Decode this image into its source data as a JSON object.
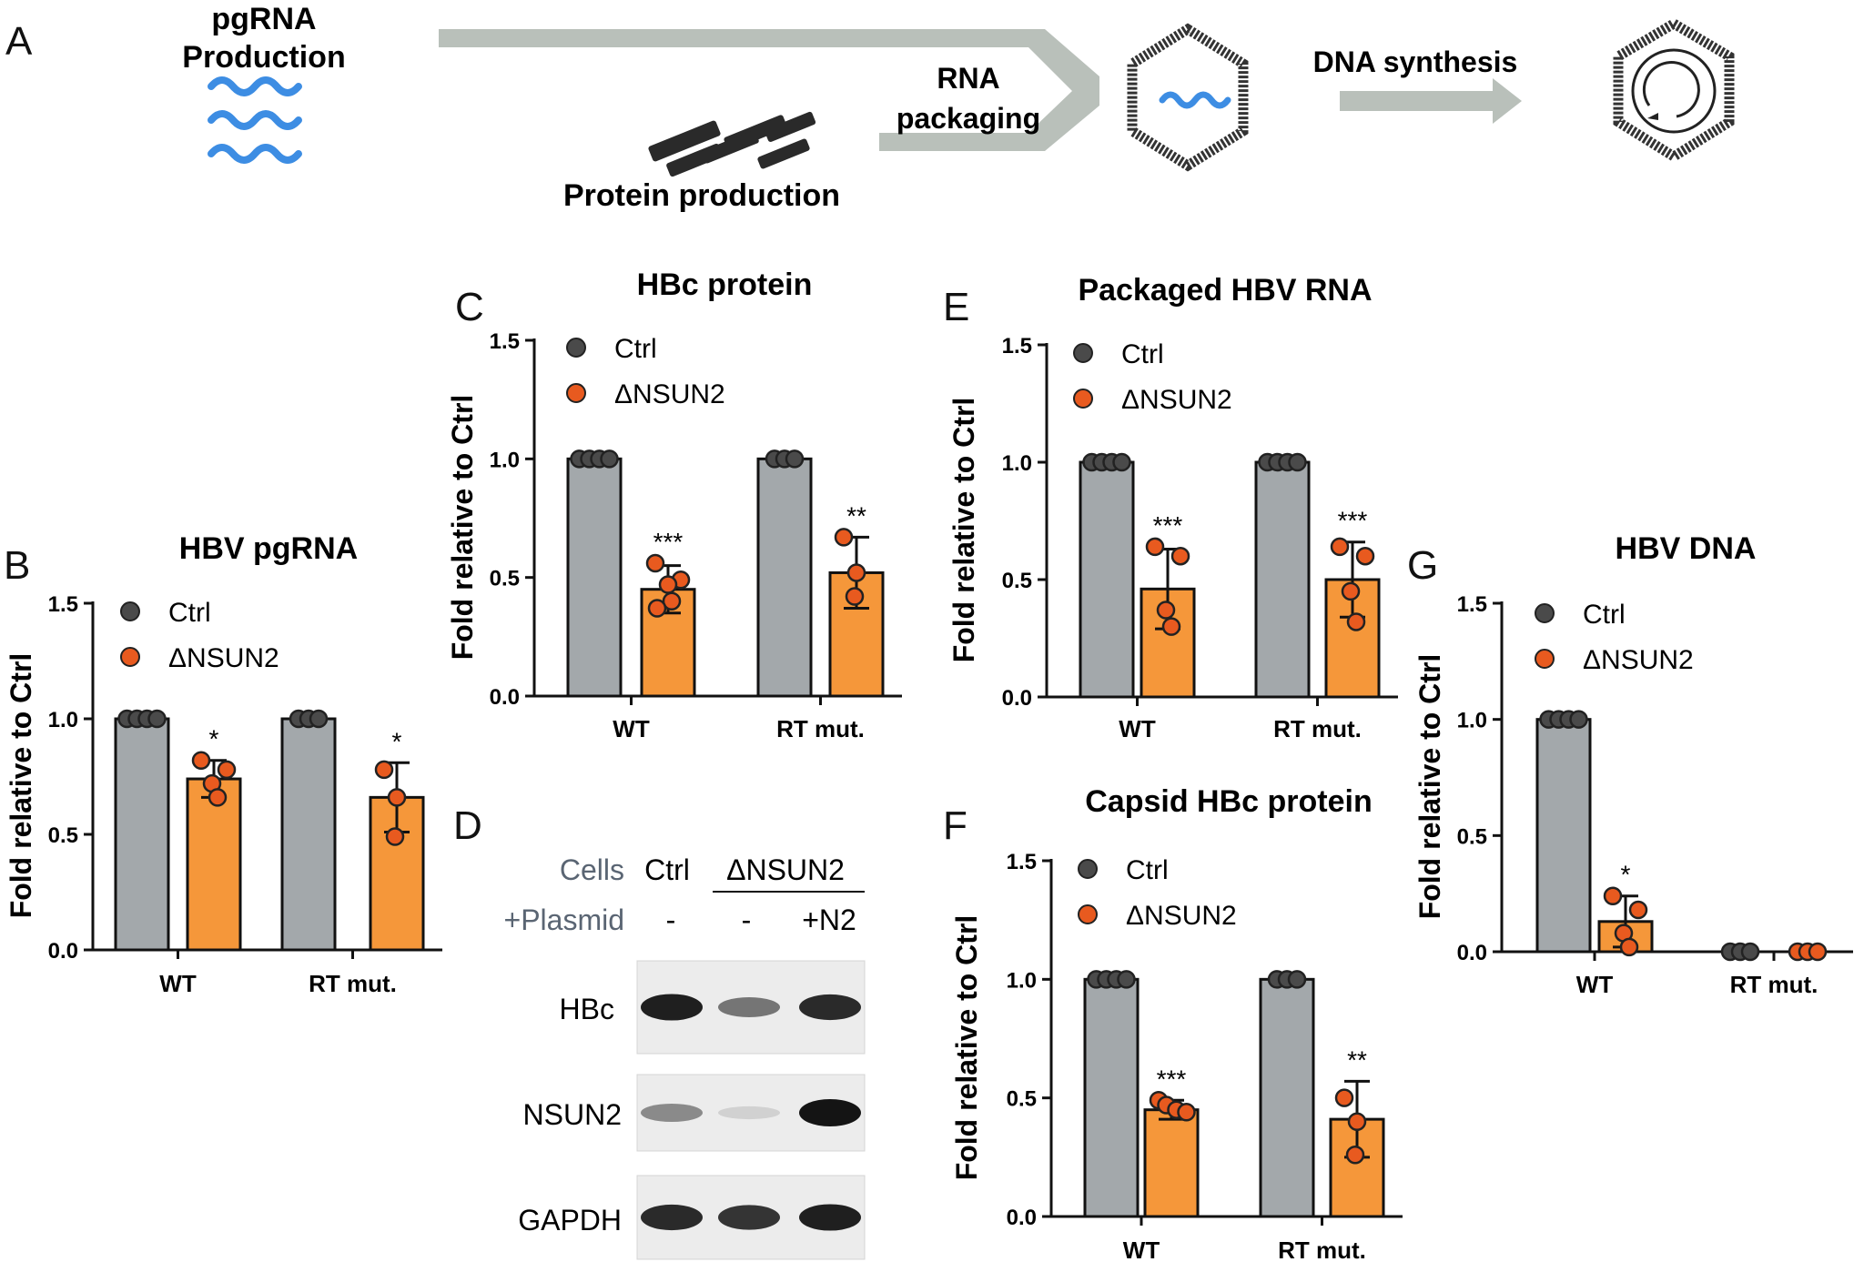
{
  "panels": {
    "A": "A",
    "B": "B",
    "C": "C",
    "D": "D",
    "E": "E",
    "F": "F",
    "G": "G"
  },
  "schematic": {
    "pgrna_line1": "pgRNA",
    "pgrna_line2": "Production",
    "protein_production": "Protein production",
    "rna_packaging_line1": "RNA",
    "rna_packaging_line2": "packaging",
    "dna_synthesis": "DNA synthesis"
  },
  "colors": {
    "ctrl_bar": "#a3a8ab",
    "nsun2_bar": "#f5973a",
    "ctrl_dot": "#4a4a4a",
    "nsun2_dot": "#e85a1f",
    "arrow": "#b9c0ba",
    "rna_wave": "#3d8de3"
  },
  "legend": {
    "ctrl": "Ctrl",
    "nsun2": "ΔNSUN2"
  },
  "western": {
    "cells_label": "Cells",
    "ctrl_col": "Ctrl",
    "nsun2_col": "ΔNSUN2",
    "plasmid_label": "+Plasmid",
    "plasmid_values": [
      "-",
      "-",
      "+N2"
    ],
    "bands": [
      "HBc",
      "NSUN2",
      "GAPDH"
    ],
    "band_intensity": {
      "HBc": [
        0.95,
        0.55,
        0.9
      ],
      "NSUN2": [
        0.45,
        0.12,
        1.0
      ],
      "GAPDH": [
        0.9,
        0.85,
        0.95
      ]
    }
  },
  "chart_data": [
    {
      "id": "B",
      "type": "bar",
      "title": "HBV pgRNA",
      "ylabel": "Fold relative to Ctrl",
      "ylim": [
        0,
        1.5
      ],
      "yticks": [
        "0.0",
        "0.5",
        "1.0",
        "1.5"
      ],
      "categories": [
        "WT",
        "RT mut."
      ],
      "series": [
        {
          "name": "Ctrl",
          "values": [
            1.0,
            1.0
          ],
          "errors": [
            0,
            0
          ],
          "points": [
            [
              1,
              1,
              1,
              1
            ],
            [
              1,
              1,
              1
            ]
          ]
        },
        {
          "name": "ΔNSUN2",
          "values": [
            0.74,
            0.66
          ],
          "errors": [
            0.08,
            0.15
          ],
          "points": [
            [
              0.82,
              0.78,
              0.72,
              0.66
            ],
            [
              0.78,
              0.66,
              0.49
            ]
          ]
        }
      ],
      "significance": [
        "*",
        "*"
      ]
    },
    {
      "id": "C",
      "type": "bar",
      "title": "HBc protein",
      "ylabel": "Fold relative to Ctrl",
      "ylim": [
        0,
        1.5
      ],
      "yticks": [
        "0.0",
        "0.5",
        "1.0",
        "1.5"
      ],
      "categories": [
        "WT",
        "RT mut."
      ],
      "series": [
        {
          "name": "Ctrl",
          "values": [
            1.0,
            1.0
          ],
          "errors": [
            0,
            0
          ],
          "points": [
            [
              1,
              1,
              1,
              1
            ],
            [
              1,
              1,
              1
            ]
          ]
        },
        {
          "name": "ΔNSUN2",
          "values": [
            0.45,
            0.52
          ],
          "errors": [
            0.1,
            0.15
          ],
          "points": [
            [
              0.56,
              0.49,
              0.47,
              0.4,
              0.37
            ],
            [
              0.67,
              0.52,
              0.42
            ]
          ]
        }
      ],
      "significance": [
        "***",
        "**"
      ]
    },
    {
      "id": "E",
      "type": "bar",
      "title": "Packaged HBV RNA",
      "ylabel": "Fold relative to Ctrl",
      "ylim": [
        0,
        1.5
      ],
      "yticks": [
        "0.0",
        "0.5",
        "1.0",
        "1.5"
      ],
      "categories": [
        "WT",
        "RT mut."
      ],
      "series": [
        {
          "name": "Ctrl",
          "values": [
            1.0,
            1.0
          ],
          "errors": [
            0,
            0
          ],
          "points": [
            [
              1,
              1,
              1,
              1
            ],
            [
              1,
              1,
              1,
              1
            ]
          ]
        },
        {
          "name": "ΔNSUN2",
          "values": [
            0.46,
            0.5
          ],
          "errors": [
            0.17,
            0.16
          ],
          "points": [
            [
              0.64,
              0.6,
              0.37,
              0.3
            ],
            [
              0.64,
              0.6,
              0.45,
              0.32
            ]
          ]
        }
      ],
      "significance": [
        "***",
        "***"
      ]
    },
    {
      "id": "F",
      "type": "bar",
      "title": "Capsid HBc protein",
      "ylabel": "Fold relative to Ctrl",
      "ylim": [
        0,
        1.5
      ],
      "yticks": [
        "0.0",
        "0.5",
        "1.0",
        "1.5"
      ],
      "categories": [
        "WT",
        "RT mut."
      ],
      "series": [
        {
          "name": "Ctrl",
          "values": [
            1.0,
            1.0
          ],
          "errors": [
            0,
            0
          ],
          "points": [
            [
              1,
              1,
              1,
              1
            ],
            [
              1,
              1,
              1
            ]
          ]
        },
        {
          "name": "ΔNSUN2",
          "values": [
            0.45,
            0.41
          ],
          "errors": [
            0.04,
            0.16
          ],
          "points": [
            [
              0.49,
              0.47,
              0.45,
              0.44
            ],
            [
              0.5,
              0.4,
              0.26
            ]
          ]
        }
      ],
      "significance": [
        "***",
        "**"
      ]
    },
    {
      "id": "G",
      "type": "bar",
      "title": "HBV DNA",
      "ylabel": "Fold relative to Ctrl",
      "ylim": [
        0,
        1.5
      ],
      "yticks": [
        "0.0",
        "0.5",
        "1.0",
        "1.5"
      ],
      "categories": [
        "WT",
        "RT mut."
      ],
      "series": [
        {
          "name": "Ctrl",
          "values": [
            1.0,
            0.0
          ],
          "errors": [
            0,
            0
          ],
          "points": [
            [
              1,
              1,
              1,
              1
            ],
            [
              0,
              0,
              0
            ]
          ]
        },
        {
          "name": "ΔNSUN2",
          "values": [
            0.13,
            0.0
          ],
          "errors": [
            0.11,
            0
          ],
          "points": [
            [
              0.24,
              0.18,
              0.08,
              0.02
            ],
            [
              0,
              0,
              0
            ]
          ]
        }
      ],
      "significance": [
        "*",
        ""
      ]
    }
  ]
}
